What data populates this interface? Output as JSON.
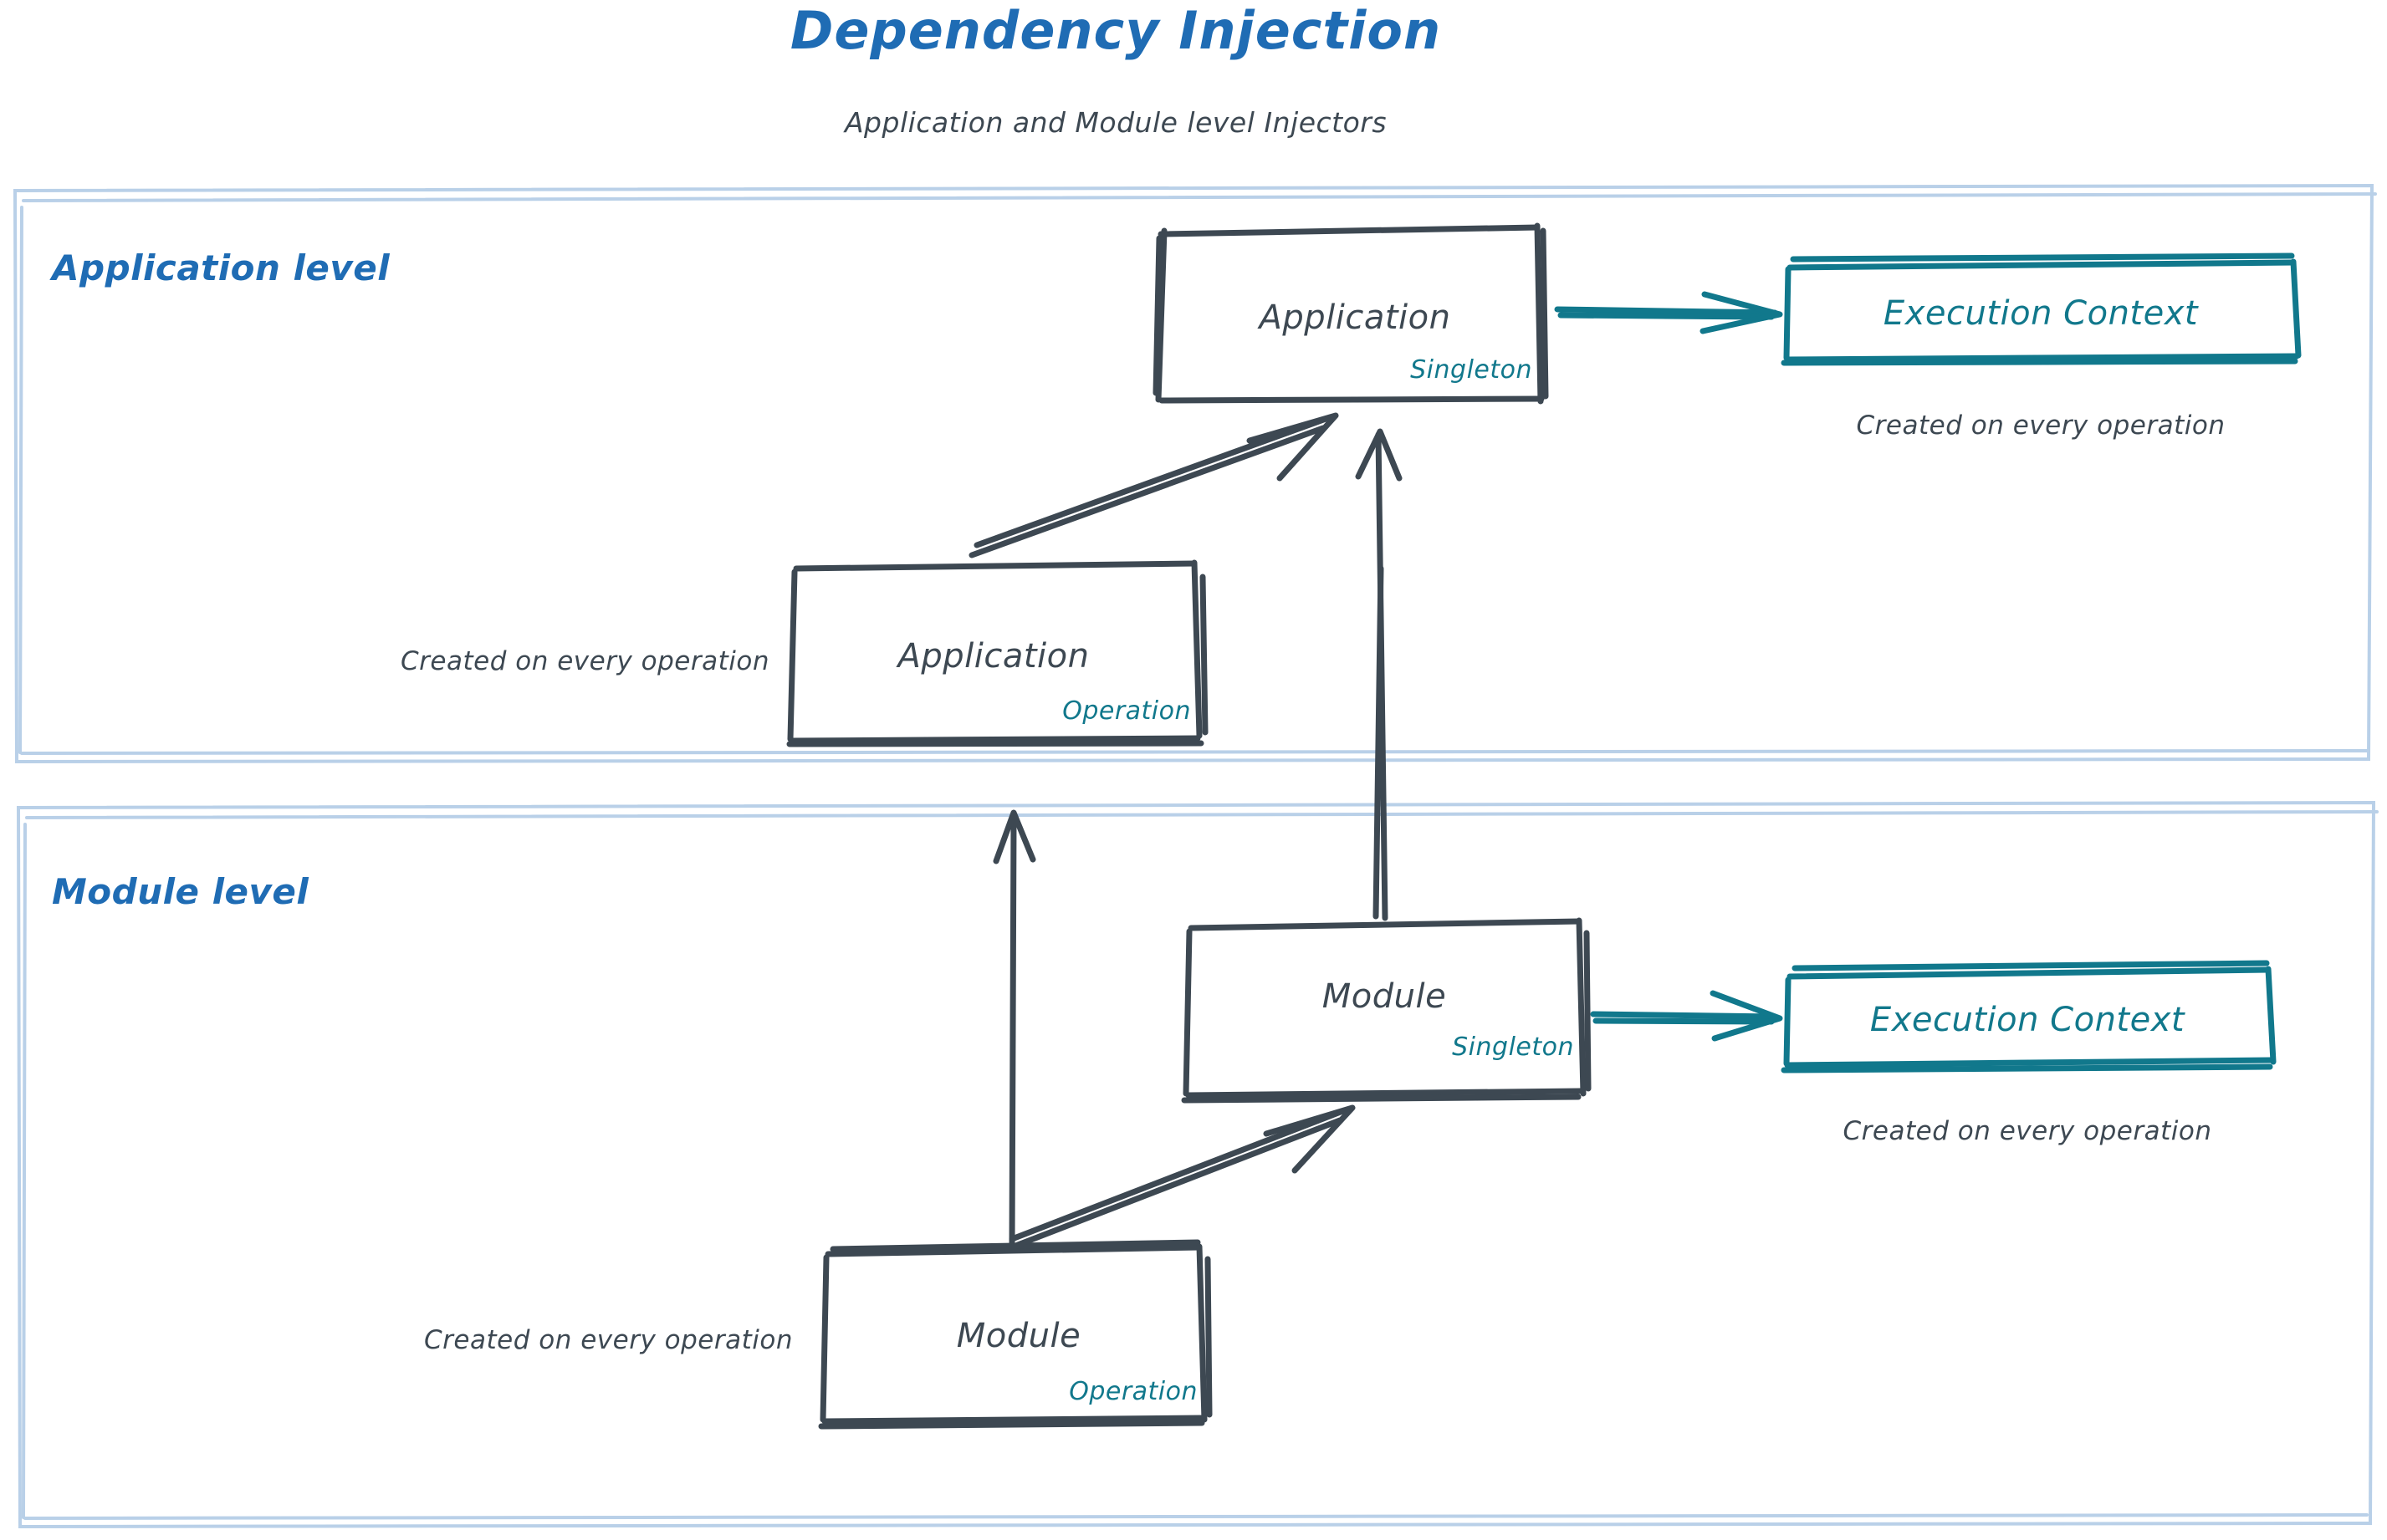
{
  "header": {
    "title": "Dependency Injection",
    "subtitle": "Application and Module level Injectors",
    "title_color": "#1f6cb4",
    "subtitle_color": "#3d4852"
  },
  "palette": {
    "lane_border": "#b9d0e8",
    "lane_label": "#1f6cb4",
    "node_stroke": "#3d4852",
    "node_text": "#3d4852",
    "scope_text": "#11788c",
    "context_stroke": "#11788c",
    "context_text": "#11788c",
    "arrow_dark": "#3d4852",
    "arrow_teal": "#11788c",
    "background": "#ffffff"
  },
  "lanes": [
    {
      "id": "application-level",
      "label": "Application level",
      "nodes": [
        {
          "id": "application-singleton",
          "title": "Application",
          "scope": "Singleton"
        },
        {
          "id": "application-operation",
          "title": "Application",
          "scope": "Operation",
          "caption": "Created on every operation"
        },
        {
          "id": "application-execution-context",
          "title": "Execution Context",
          "caption": "Created on every operation"
        }
      ]
    },
    {
      "id": "module-level",
      "label": "Module level",
      "nodes": [
        {
          "id": "module-singleton",
          "title": "Module",
          "scope": "Singleton"
        },
        {
          "id": "module-operation",
          "title": "Module",
          "scope": "Operation",
          "caption": "Created on every operation"
        },
        {
          "id": "module-execution-context",
          "title": "Execution Context",
          "caption": "Created on every operation"
        }
      ]
    }
  ],
  "edges": [
    {
      "id": "app-singleton-to-app-context",
      "from": "application-singleton",
      "to": "application-execution-context",
      "style": "teal"
    },
    {
      "id": "app-operation-to-app-singleton",
      "from": "application-operation",
      "to": "application-singleton",
      "style": "dark"
    },
    {
      "id": "module-singleton-to-app-singleton",
      "from": "module-singleton",
      "to": "application-singleton",
      "style": "dark"
    },
    {
      "id": "module-singleton-to-module-context",
      "from": "module-singleton",
      "to": "module-execution-context",
      "style": "teal"
    },
    {
      "id": "module-operation-to-module-singleton",
      "from": "module-operation",
      "to": "module-singleton",
      "style": "dark"
    },
    {
      "id": "module-operation-to-app-operation",
      "from": "module-operation",
      "to": "application-operation",
      "style": "dark"
    }
  ]
}
